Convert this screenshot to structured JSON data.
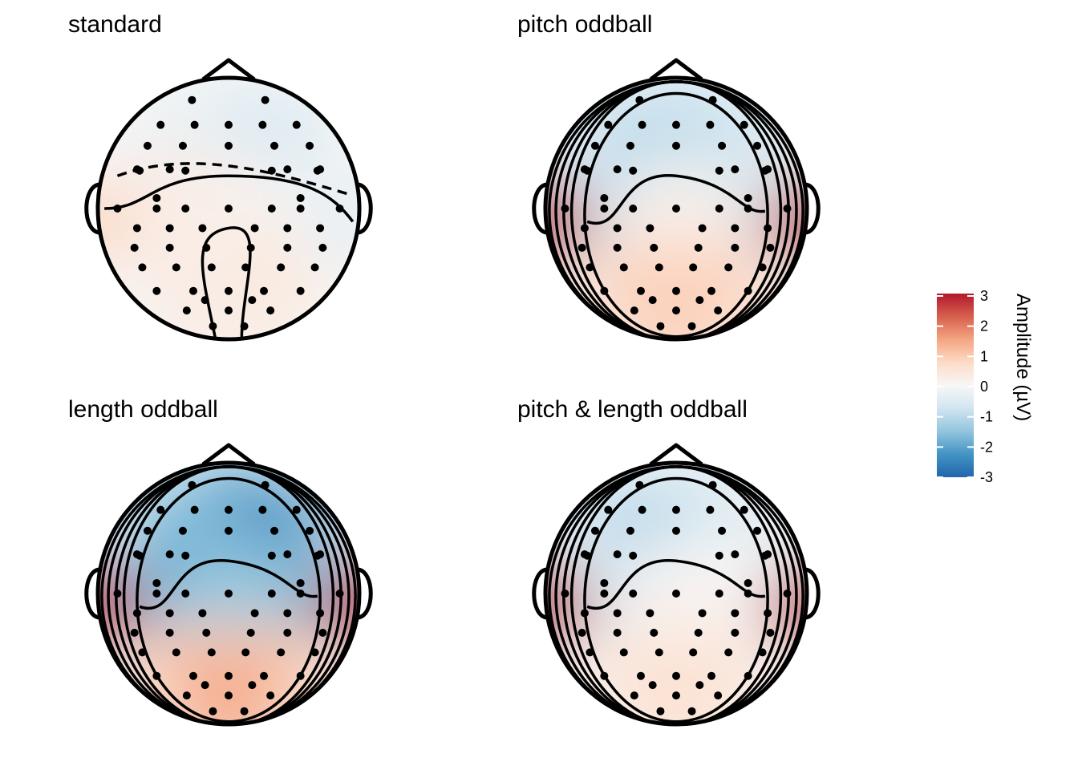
{
  "chart_data": {
    "type": "heatmap",
    "subtype": "scalp-topography",
    "panels": [
      {
        "name": "standard",
        "levels": {
          "front_mid": -0.3,
          "front_right": -0.7,
          "front_left": -0.3,
          "mid_left": 0.3,
          "mid_right": -0.2,
          "center": 0.2,
          "far_left": 0.8,
          "far_right": -0.4,
          "back_left": 0.3,
          "back_right": 0.4,
          "back": 0.3
        }
      },
      {
        "name": "pitch oddball",
        "levels": {
          "front_mid": -0.8,
          "front_right": -0.9,
          "front_left": -1.0,
          "mid_left": -0.8,
          "mid_right": -0.5,
          "center": 0.2,
          "far_left": 3.0,
          "far_right": 3.0,
          "back_left": 0.8,
          "back_right": 0.8,
          "back": 0.9
        }
      },
      {
        "name": "length oddball",
        "levels": {
          "front_mid": -1.8,
          "front_right": -2.4,
          "front_left": -1.6,
          "mid_left": -1.8,
          "mid_right": -1.7,
          "center": -1.4,
          "far_left": 3.0,
          "far_right": 3.0,
          "back_left": 1.0,
          "back_right": 1.0,
          "back": 1.4
        }
      },
      {
        "name": "pitch & length oddball",
        "levels": {
          "front_mid": -0.6,
          "front_right": -0.7,
          "front_left": -1.1,
          "mid_left": -0.7,
          "mid_right": 0.0,
          "center": 0.1,
          "far_left": 3.0,
          "far_right": 3.0,
          "back_left": 0.4,
          "back_right": 0.4,
          "back": 0.6
        }
      }
    ],
    "colorbar": {
      "title": "Amplitude (µV)",
      "range": [
        -3,
        3
      ],
      "ticks": [
        "3",
        "2",
        "1",
        "0",
        "-1",
        "-2",
        "-3"
      ],
      "colors": [
        "#2166ac",
        "#4393c3",
        "#92c5de",
        "#d1e5f0",
        "#f7f7f7",
        "#fddbc7",
        "#f4a582",
        "#d6604d",
        "#b2182b"
      ]
    },
    "electrodes_per_panel": 60,
    "contours": "solid = positive / zero, dashed = negative",
    "grid": false,
    "legend": "right"
  }
}
